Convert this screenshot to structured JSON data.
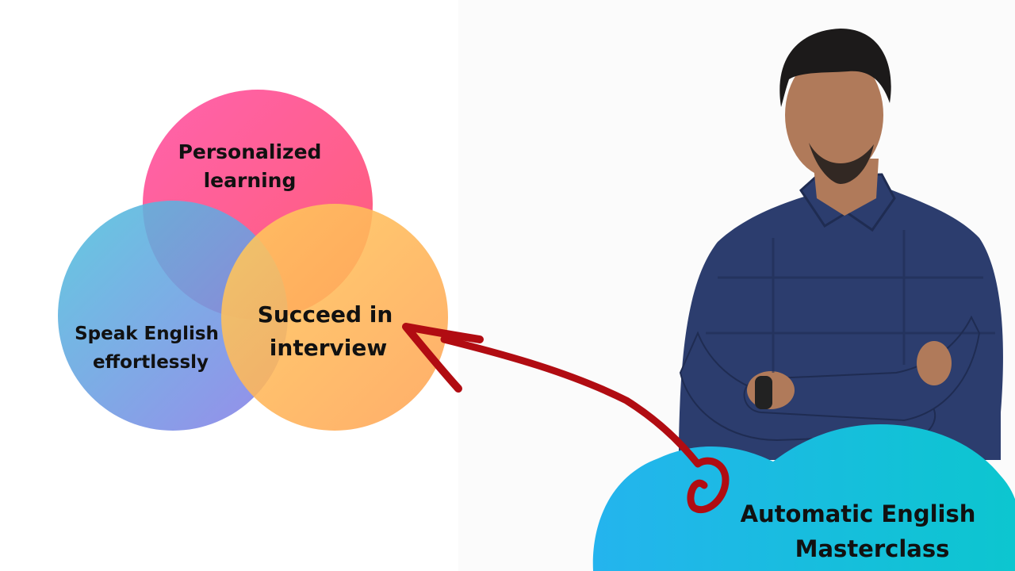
{
  "venn": {
    "circles": [
      {
        "id": "personalized",
        "lines": [
          "Personalized",
          "learning"
        ],
        "gradient": [
          "#ff5aa8",
          "#ff5470"
        ]
      },
      {
        "id": "speak",
        "lines": [
          "Speak English",
          "effortlessly"
        ],
        "gradient": [
          "#4ec3dc",
          "#8a7be8"
        ]
      },
      {
        "id": "succeed",
        "lines": [
          "Succeed in",
          "interview"
        ],
        "gradient": [
          "#ffcb5c",
          "#ffa255"
        ]
      }
    ]
  },
  "cta": {
    "lines": [
      "Automatic English",
      "Masterclass"
    ],
    "gradient": [
      "#24b4ee",
      "#0cc6cf"
    ]
  },
  "arrow": {
    "color": "#b10c12"
  },
  "person": {
    "shirt_color": "#2c3d6e",
    "skin_color": "#b07a5a",
    "hair_color": "#1c1a1a"
  }
}
